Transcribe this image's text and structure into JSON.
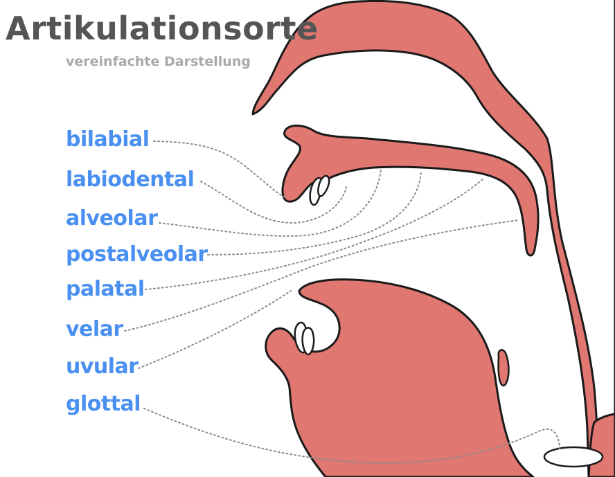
{
  "title": "Artikulationsorte",
  "subtitle": "vereinfachte Darstellung",
  "labels": {
    "bilabial": "bilabial",
    "labiodental": "labiodental",
    "alveolar": "alveolar",
    "postalveolar": "postalveolar",
    "palatal": "palatal",
    "velar": "velar",
    "uvular": "uvular",
    "glottal": "glottal"
  },
  "colors": {
    "tissue": "#e07770",
    "outline": "#1a1a1a",
    "label": "#4a90f0",
    "title": "#555555",
    "subtitle": "#a9a9a9",
    "leader": "#8a8a8a"
  }
}
